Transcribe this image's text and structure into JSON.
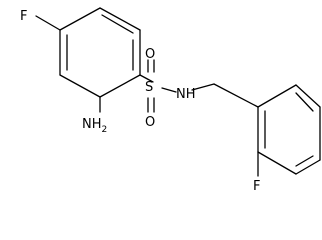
{
  "molecule": {
    "atoms": {
      "f_left": "F",
      "nh2_n": "NH",
      "nh2_sub": "2",
      "s": "S",
      "o_top": "O",
      "o_bottom": "O",
      "nh": "NH",
      "f_bottom": "F"
    },
    "colors": {
      "bond": "#000000",
      "text": "#000000",
      "background": "#ffffff"
    }
  }
}
